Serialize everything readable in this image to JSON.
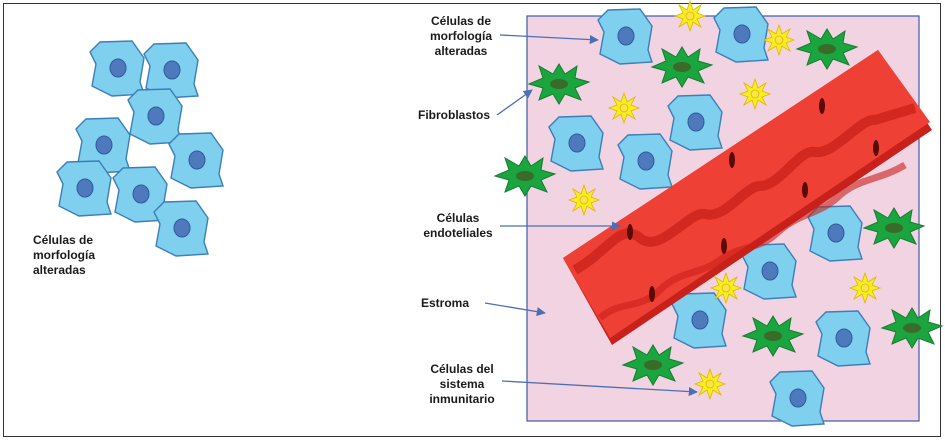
{
  "left_panel": {
    "label_line1": "Células de",
    "label_line2": "morfología",
    "label_line3": "alteradas"
  },
  "right_panel": {
    "altered_cells": [
      "Células de",
      "morfología",
      "alteradas"
    ],
    "fibroblasts": "Fibroblastos",
    "endothelial": [
      "Células",
      "endoteliales"
    ],
    "stroma": "Estroma",
    "immune": [
      "Células del",
      "sistema",
      "inmunitario"
    ]
  },
  "colors": {
    "stroma_fill": "#f2d3e1",
    "stroma_border": "#3b5ca8",
    "cell_fill": "#7fcfef",
    "cell_stroke": "#3c7fb6",
    "nucleus": "#4e79bd",
    "fibroblast": "#1aa53e",
    "fibroblast_nucleus": "#3a6b2b",
    "immune": "#f5ef1f",
    "vessel_light": "#f0453a",
    "vessel_dark": "#c8201a",
    "arrow": "#4a6fb5"
  }
}
